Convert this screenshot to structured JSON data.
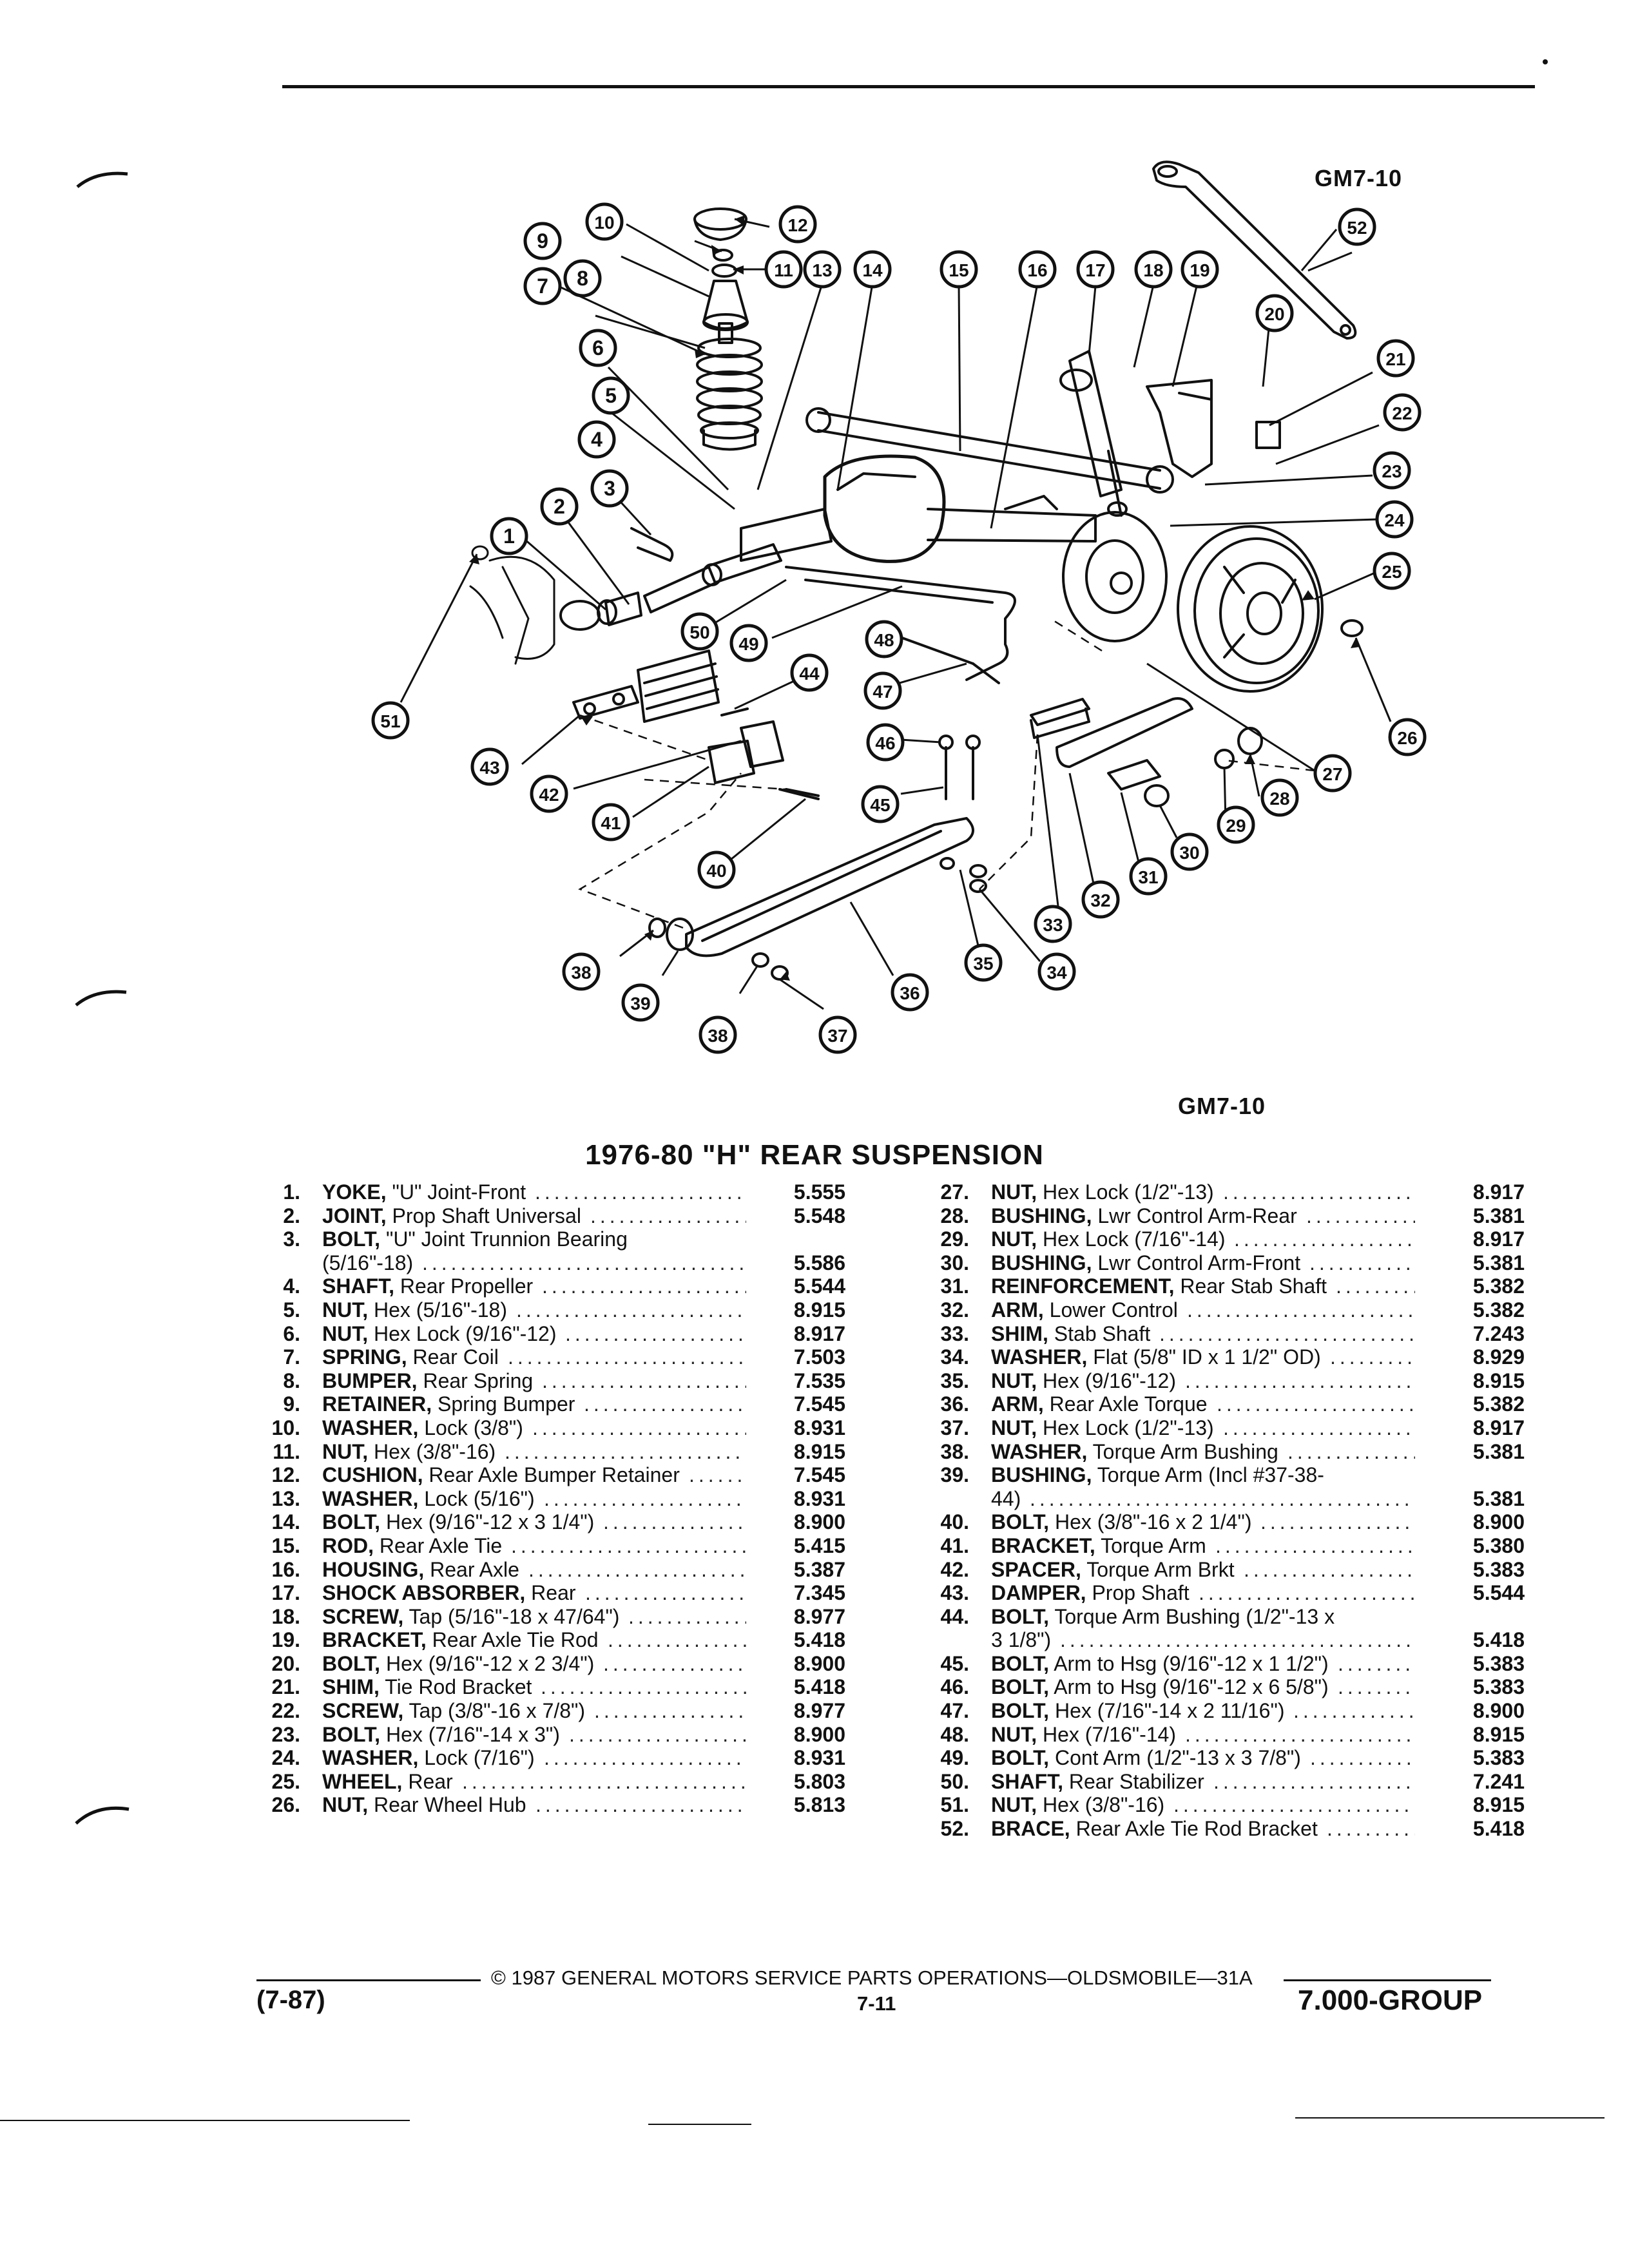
{
  "figure": {
    "code_top": "GM7-10",
    "code_bottom": "GM7-10",
    "callouts": [
      "1",
      "2",
      "3",
      "4",
      "5",
      "6",
      "7",
      "8",
      "9",
      "10",
      "11",
      "12",
      "13",
      "14",
      "15",
      "16",
      "17",
      "18",
      "19",
      "20",
      "21",
      "22",
      "23",
      "24",
      "25",
      "26",
      "27",
      "28",
      "29",
      "30",
      "31",
      "32",
      "33",
      "34",
      "35",
      "36",
      "37",
      "38",
      "38",
      "39",
      "40",
      "41",
      "42",
      "43",
      "44",
      "45",
      "46",
      "47",
      "48",
      "49",
      "50",
      "51",
      "52"
    ]
  },
  "title": "1976-80 \"H\" REAR SUSPENSION",
  "parts_left": [
    {
      "num": "1.",
      "name": "YOKE,",
      "desc": "\"U\" Joint-Front",
      "code": "5.555"
    },
    {
      "num": "2.",
      "name": "JOINT,",
      "desc": "Prop Shaft Universal",
      "code": "5.548"
    },
    {
      "num": "3.",
      "name": "BOLT,",
      "desc": "\"U\" Joint Trunnion Bearing",
      "code": ""
    },
    {
      "num": "",
      "name": "",
      "desc": "(5/16\"-18)",
      "code": "5.586"
    },
    {
      "num": "4.",
      "name": "SHAFT,",
      "desc": "Rear Propeller",
      "code": "5.544"
    },
    {
      "num": "5.",
      "name": "NUT,",
      "desc": "Hex (5/16\"-18)",
      "code": "8.915"
    },
    {
      "num": "6.",
      "name": "NUT,",
      "desc": "Hex Lock (9/16\"-12)",
      "code": "8.917"
    },
    {
      "num": "7.",
      "name": "SPRING,",
      "desc": "Rear Coil",
      "code": "7.503"
    },
    {
      "num": "8.",
      "name": "BUMPER,",
      "desc": "Rear Spring",
      "code": "7.535"
    },
    {
      "num": "9.",
      "name": "RETAINER,",
      "desc": "Spring Bumper",
      "code": "7.545"
    },
    {
      "num": "10.",
      "name": "WASHER,",
      "desc": "Lock (3/8\")",
      "code": "8.931"
    },
    {
      "num": "11.",
      "name": "NUT,",
      "desc": "Hex (3/8\"-16)",
      "code": "8.915"
    },
    {
      "num": "12.",
      "name": "CUSHION,",
      "desc": "Rear Axle Bumper Retainer",
      "code": "7.545"
    },
    {
      "num": "13.",
      "name": "WASHER,",
      "desc": "Lock (5/16\")",
      "code": "8.931"
    },
    {
      "num": "14.",
      "name": "BOLT,",
      "desc": "Hex (9/16\"-12 x 3 1/4\")",
      "code": "8.900"
    },
    {
      "num": "15.",
      "name": "ROD,",
      "desc": "Rear Axle Tie",
      "code": "5.415"
    },
    {
      "num": "16.",
      "name": "HOUSING,",
      "desc": "Rear Axle",
      "code": "5.387"
    },
    {
      "num": "17.",
      "name": "SHOCK ABSORBER,",
      "desc": "Rear",
      "code": "7.345"
    },
    {
      "num": "18.",
      "name": "SCREW,",
      "desc": "Tap (5/16\"-18 x 47/64\")",
      "code": "8.977"
    },
    {
      "num": "19.",
      "name": "BRACKET,",
      "desc": "Rear Axle Tie Rod",
      "code": "5.418"
    },
    {
      "num": "20.",
      "name": "BOLT,",
      "desc": "Hex (9/16\"-12 x 2 3/4\")",
      "code": "8.900"
    },
    {
      "num": "21.",
      "name": "SHIM,",
      "desc": "Tie Rod Bracket",
      "code": "5.418"
    },
    {
      "num": "22.",
      "name": "SCREW,",
      "desc": "Tap (3/8\"-16 x 7/8\")",
      "code": "8.977"
    },
    {
      "num": "23.",
      "name": "BOLT,",
      "desc": "Hex (7/16\"-14 x 3\")",
      "code": "8.900"
    },
    {
      "num": "24.",
      "name": "WASHER,",
      "desc": "Lock (7/16\")",
      "code": "8.931"
    },
    {
      "num": "25.",
      "name": "WHEEL,",
      "desc": "Rear",
      "code": "5.803"
    },
    {
      "num": "26.",
      "name": "NUT,",
      "desc": "Rear Wheel Hub",
      "code": "5.813"
    }
  ],
  "parts_right": [
    {
      "num": "27.",
      "name": "NUT,",
      "desc": "Hex Lock (1/2\"-13)",
      "code": "8.917"
    },
    {
      "num": "28.",
      "name": "BUSHING,",
      "desc": "Lwr Control Arm-Rear",
      "code": "5.381"
    },
    {
      "num": "29.",
      "name": "NUT,",
      "desc": "Hex Lock (7/16\"-14)",
      "code": "8.917"
    },
    {
      "num": "30.",
      "name": "BUSHING,",
      "desc": "Lwr Control Arm-Front",
      "code": "5.381"
    },
    {
      "num": "31.",
      "name": "REINFORCEMENT,",
      "desc": "Rear Stab Shaft",
      "code": "5.382"
    },
    {
      "num": "32.",
      "name": "ARM,",
      "desc": "Lower Control",
      "code": "5.382"
    },
    {
      "num": "33.",
      "name": "SHIM,",
      "desc": "Stab Shaft",
      "code": "7.243"
    },
    {
      "num": "34.",
      "name": "WASHER,",
      "desc": "Flat (5/8\" ID x 1 1/2\" OD)",
      "code": "8.929"
    },
    {
      "num": "35.",
      "name": "NUT,",
      "desc": "Hex (9/16\"-12)",
      "code": "8.915"
    },
    {
      "num": "36.",
      "name": "ARM,",
      "desc": "Rear Axle Torque",
      "code": "5.382"
    },
    {
      "num": "37.",
      "name": "NUT,",
      "desc": "Hex Lock (1/2\"-13)",
      "code": "8.917"
    },
    {
      "num": "38.",
      "name": "WASHER,",
      "desc": "Torque Arm Bushing",
      "code": "5.381"
    },
    {
      "num": "39.",
      "name": "BUSHING,",
      "desc": "Torque Arm (Incl #37-38-",
      "code": ""
    },
    {
      "num": "",
      "name": "",
      "desc": "44)",
      "code": "5.381"
    },
    {
      "num": "40.",
      "name": "BOLT,",
      "desc": "Hex (3/8\"-16 x 2 1/4\")",
      "code": "8.900"
    },
    {
      "num": "41.",
      "name": "BRACKET,",
      "desc": "Torque Arm",
      "code": "5.380"
    },
    {
      "num": "42.",
      "name": "SPACER,",
      "desc": "Torque Arm Brkt",
      "code": "5.383"
    },
    {
      "num": "43.",
      "name": "DAMPER,",
      "desc": "Prop Shaft",
      "code": "5.544"
    },
    {
      "num": "44.",
      "name": "BOLT,",
      "desc": "Torque Arm Bushing (1/2\"-13 x",
      "code": ""
    },
    {
      "num": "",
      "name": "",
      "desc": "3 1/8\")",
      "code": "5.418"
    },
    {
      "num": "45.",
      "name": "BOLT,",
      "desc": "Arm to Hsg (9/16\"-12 x 1 1/2\")",
      "code": "5.383"
    },
    {
      "num": "46.",
      "name": "BOLT,",
      "desc": "Arm to Hsg (9/16\"-12 x 6 5/8\")",
      "code": "5.383"
    },
    {
      "num": "47.",
      "name": "BOLT,",
      "desc": "Hex (7/16\"-14 x 2 11/16\")",
      "code": "8.900"
    },
    {
      "num": "48.",
      "name": "NUT,",
      "desc": "Hex (7/16\"-14)",
      "code": "8.915"
    },
    {
      "num": "49.",
      "name": "BOLT,",
      "desc": "Cont Arm (1/2\"-13 x 3 7/8\")",
      "code": "5.383"
    },
    {
      "num": "50.",
      "name": "SHAFT,",
      "desc": "Rear Stabilizer",
      "code": "7.241"
    },
    {
      "num": "51.",
      "name": "NUT,",
      "desc": "Hex (3/8\"-16)",
      "code": "8.915"
    },
    {
      "num": "52.",
      "name": "BRACE,",
      "desc": "Rear Axle Tie Rod Bracket",
      "code": "5.418"
    }
  ],
  "footer": {
    "copyright": "© 1987 GENERAL MOTORS SERVICE PARTS OPERATIONS—OLDSMOBILE—31A",
    "page": "7-11",
    "date_code": "(7-87)",
    "group": "7.000-GROUP"
  }
}
